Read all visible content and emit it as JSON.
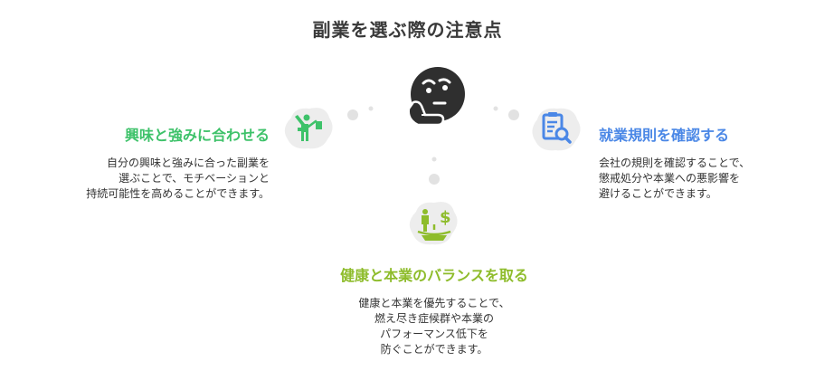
{
  "title": "副業を選ぶ際の注意点",
  "center": {
    "icon": "thinking-face-icon",
    "color": "#2f2f2f"
  },
  "nodes": {
    "left": {
      "heading": "興味と強みに合わせる",
      "color": "#3ec26a",
      "icon": "person-presenting-icon",
      "description": [
        "自分の興味と強みに合った副業を",
        "選ぶことで、モチベーションと",
        "持続可能性を高めることができます。"
      ]
    },
    "right": {
      "heading": "就業規則を確認する",
      "color": "#4a87e6",
      "icon": "clipboard-search-icon",
      "description": [
        "会社の規則を確認することで、",
        "懲戒処分や本業への悪影響を",
        "避けることができます。"
      ]
    },
    "bottom": {
      "heading": "健康と本業のバランスを取る",
      "color": "#8ebc2b",
      "icon": "balance-scale-people-money-icon",
      "description": [
        "健康と本業を優先することで、",
        "燃え尽き症候群や本業の",
        "パフォーマンス低下を",
        "防ぐことができます。"
      ]
    }
  }
}
